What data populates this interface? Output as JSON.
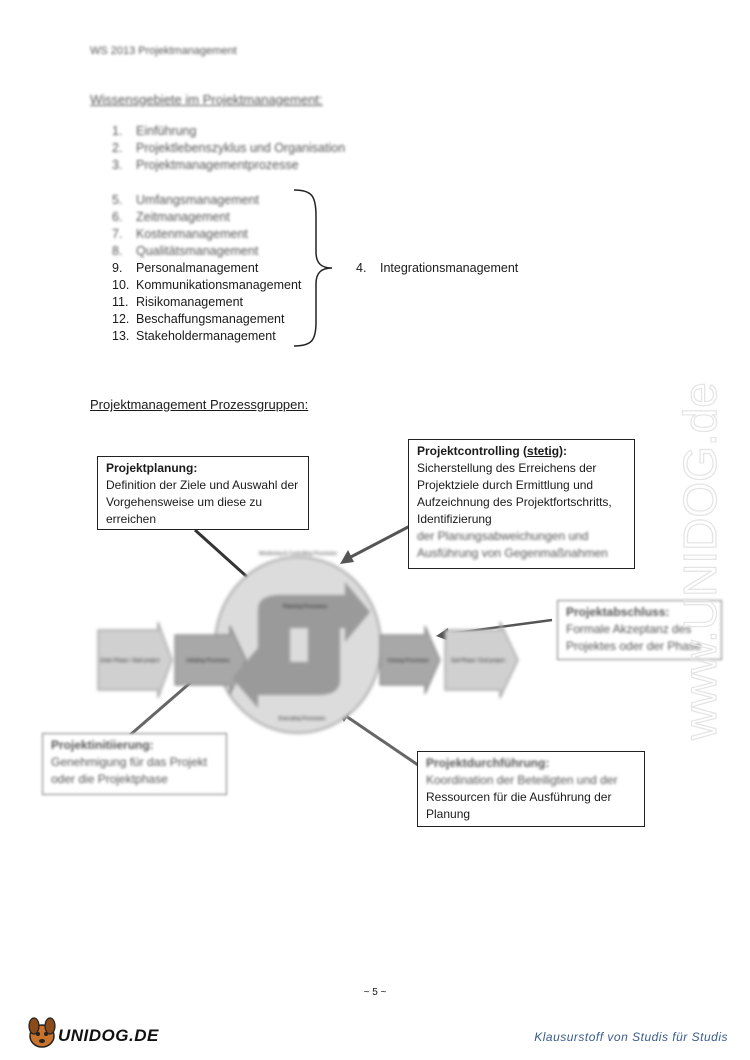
{
  "header": {
    "course": "WS 2013 Projektmanagement"
  },
  "knowledge_areas": {
    "title": "Wissensgebiete im Projektmanagement:",
    "intro_items": [
      {
        "num": "1.",
        "label": "Einführung"
      },
      {
        "num": "2.",
        "label": "Projektlebenszyklus und Organisation"
      },
      {
        "num": "3.",
        "label": "Projektmanagementprozesse"
      }
    ],
    "blurred_items": [
      {
        "num": "5.",
        "label": "Umfangsmanagement"
      },
      {
        "num": "6.",
        "label": "Zeitmanagement"
      },
      {
        "num": "7.",
        "label": "Kostenmanagement"
      },
      {
        "num": "8.",
        "label": "Qualitätsmanagement"
      }
    ],
    "items": [
      {
        "num": "9.",
        "label": "Personalmanagement"
      },
      {
        "num": "10.",
        "label": "Kommunikationsmanagement"
      },
      {
        "num": "11.",
        "label": "Risikomanagement"
      },
      {
        "num": "12.",
        "label": "Beschaffungsmanagement"
      },
      {
        "num": "13.",
        "label": "Stakeholdermanagement"
      }
    ],
    "integration": {
      "num": "4.",
      "label": "Integrationsmanagement"
    }
  },
  "process_groups": {
    "title": "Projektmanagement Prozessgruppen:",
    "planning": {
      "heading": "Projektplanung:",
      "text": "Definition der Ziele und Auswahl der Vorgehensweise um diese zu erreichen"
    },
    "controlling": {
      "heading_prefix": "Projektcontrolling (",
      "heading_emph": "stetig",
      "heading_suffix": "):",
      "text": "Sicherstellung des Erreichens der Projektziele durch Ermittlung und Aufzeichnung des Projektfortschritts, Identifizierung",
      "text_blurred": "der Planungsabweichungen und Ausführung von Gegenmaßnahmen"
    },
    "closing": {
      "heading": "Projektabschluss:",
      "text": "Formale Akzeptanz des Projektes oder der Phase"
    },
    "initiation": {
      "heading": "Projektinitiierung:",
      "text": "Genehmigung für das Projekt oder die Projektphase"
    },
    "execution": {
      "heading": "Projektdurchführung:",
      "text_blurred": "Koordination der Beteiligten und der",
      "text": "Ressourcen für die Ausführung der Planung"
    },
    "diagram_labels": {
      "monitoring": "Monitoring & Controlling Processes",
      "planning": "Planning Processes",
      "executing": "Executing Processes",
      "initiating": "Initiating Processes",
      "closing": "Closing Processes",
      "enter": "Enter Phase / Start project",
      "exit": "Exit Phase / End project"
    }
  },
  "footer": {
    "page": "~ 5 ~",
    "logo": "UNIDOG.DE",
    "tagline": "Klausurstoff von Studis für Studis",
    "watermark": "www.UNIDOG.de"
  },
  "colors": {
    "tagline": "#3a5c8c",
    "diagram_gray": "#9a9a9a"
  }
}
